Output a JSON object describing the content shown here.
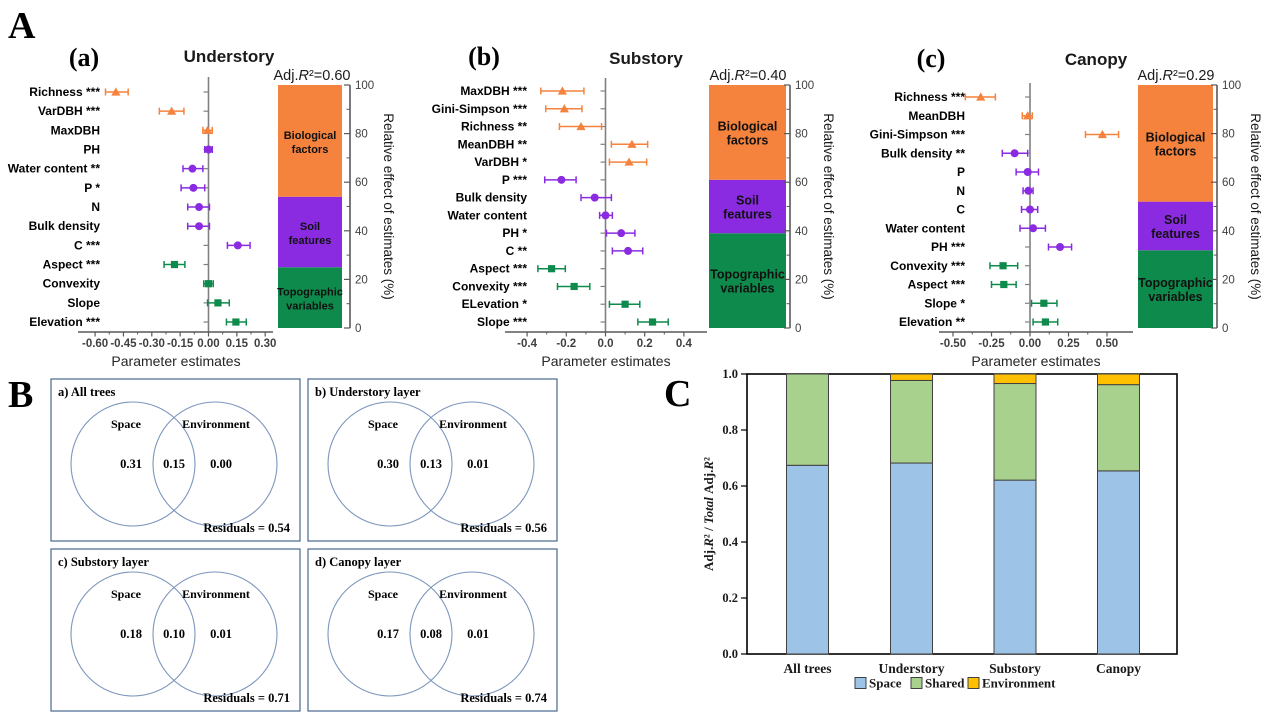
{
  "panels": {
    "a_label": "A",
    "b_label": "B",
    "c_label": "C"
  },
  "chart_data": [
    {
      "id": "forest_understory",
      "type": "forest",
      "panel_sub_label": "(a)",
      "title": "Understory",
      "adj_r2": "0.60",
      "xlabel": "Parameter estimates",
      "xticks": [
        {
          "v": -0.6,
          "t": "-0.60"
        },
        {
          "v": -0.45,
          "t": "-0.45"
        },
        {
          "v": -0.3,
          "t": "-0.30"
        },
        {
          "v": -0.15,
          "t": "-0.15"
        },
        {
          "v": 0.0,
          "t": "0.00"
        },
        {
          "v": 0.15,
          "t": "0.15"
        },
        {
          "v": 0.3,
          "t": "0.30"
        }
      ],
      "rows": [
        {
          "label": "Richness ***",
          "group": "biological",
          "est": -0.49,
          "lo": -0.545,
          "hi": -0.425
        },
        {
          "label": "VarDBH ***",
          "group": "biological",
          "est": -0.195,
          "lo": -0.26,
          "hi": -0.13
        },
        {
          "label": "MaxDBH",
          "group": "biological",
          "est": -0.005,
          "lo": -0.03,
          "hi": 0.02
        },
        {
          "label": "PH",
          "group": "soil",
          "est": 0.0,
          "lo": -0.02,
          "hi": 0.02
        },
        {
          "label": "Water content **",
          "group": "soil",
          "est": -0.085,
          "lo": -0.135,
          "hi": -0.03
        },
        {
          "label": "P *",
          "group": "soil",
          "est": -0.08,
          "lo": -0.145,
          "hi": -0.02
        },
        {
          "label": "N",
          "group": "soil",
          "est": -0.05,
          "lo": -0.11,
          "hi": 0.005
        },
        {
          "label": "Bulk density",
          "group": "soil",
          "est": -0.05,
          "lo": -0.11,
          "hi": 0.005
        },
        {
          "label": "C ***",
          "group": "soil",
          "est": 0.155,
          "lo": 0.1,
          "hi": 0.22
        },
        {
          "label": "Aspect ***",
          "group": "topographic",
          "est": -0.18,
          "lo": -0.235,
          "hi": -0.125
        },
        {
          "label": "Convexity",
          "group": "topographic",
          "est": 0.0,
          "lo": -0.025,
          "hi": 0.025
        },
        {
          "label": "Slope",
          "group": "topographic",
          "est": 0.05,
          "lo": -0.005,
          "hi": 0.11
        },
        {
          "label": "Elevation ***",
          "group": "topographic",
          "est": 0.145,
          "lo": 0.095,
          "hi": 0.2
        }
      ],
      "stack": [
        {
          "name": "Biological factors",
          "pct": 46
        },
        {
          "name": "Soil features",
          "pct": 29
        },
        {
          "name": "Topographic variables",
          "pct": 25
        }
      ],
      "right_axis": {
        "label": "Relative effect of estimates (%)",
        "ticks": [
          0,
          20,
          40,
          60,
          80,
          100
        ]
      }
    },
    {
      "id": "forest_substory",
      "type": "forest",
      "panel_sub_label": "(b)",
      "title": "Substory",
      "adj_r2": "0.40",
      "xlabel": "Parameter estimates",
      "xticks": [
        {
          "v": -0.4,
          "t": "-0.4"
        },
        {
          "v": -0.2,
          "t": "-0.2"
        },
        {
          "v": 0.0,
          "t": "0.0"
        },
        {
          "v": 0.2,
          "t": "0.2"
        },
        {
          "v": 0.4,
          "t": "0.4"
        }
      ],
      "rows": [
        {
          "label": "MaxDBH ***",
          "group": "biological",
          "est": -0.22,
          "lo": -0.33,
          "hi": -0.11
        },
        {
          "label": "Gini-Simpson ***",
          "group": "biological",
          "est": -0.21,
          "lo": -0.305,
          "hi": -0.12
        },
        {
          "label": "Richness **",
          "group": "biological",
          "est": -0.125,
          "lo": -0.235,
          "hi": -0.02
        },
        {
          "label": "MeanDBH **",
          "group": "biological",
          "est": 0.135,
          "lo": 0.03,
          "hi": 0.215
        },
        {
          "label": "VarDBH *",
          "group": "biological",
          "est": 0.12,
          "lo": 0.02,
          "hi": 0.21
        },
        {
          "label": "P ***",
          "group": "soil",
          "est": -0.225,
          "lo": -0.31,
          "hi": -0.15
        },
        {
          "label": "Bulk density",
          "group": "soil",
          "est": -0.055,
          "lo": -0.125,
          "hi": 0.03
        },
        {
          "label": "Water content",
          "group": "soil",
          "est": 0.0,
          "lo": -0.03,
          "hi": 0.035
        },
        {
          "label": "PH *",
          "group": "soil",
          "est": 0.08,
          "lo": 0.005,
          "hi": 0.15
        },
        {
          "label": "C **",
          "group": "soil",
          "est": 0.115,
          "lo": 0.035,
          "hi": 0.19
        },
        {
          "label": "Aspect ***",
          "group": "topographic",
          "est": -0.275,
          "lo": -0.345,
          "hi": -0.205
        },
        {
          "label": "Convexity ***",
          "group": "topographic",
          "est": -0.16,
          "lo": -0.245,
          "hi": -0.08
        },
        {
          "label": "ELevation *",
          "group": "topographic",
          "est": 0.1,
          "lo": 0.02,
          "hi": 0.175
        },
        {
          "label": "Slope ***",
          "group": "topographic",
          "est": 0.24,
          "lo": 0.165,
          "hi": 0.32
        }
      ],
      "stack": [
        {
          "name": "Biological factors",
          "pct": 39
        },
        {
          "name": "Soil features",
          "pct": 22
        },
        {
          "name": "Topographic variables",
          "pct": 39
        }
      ],
      "right_axis": {
        "label": "Relative effect of estimates (%)",
        "ticks": [
          0,
          20,
          40,
          60,
          80,
          100
        ]
      }
    },
    {
      "id": "forest_canopy",
      "type": "forest",
      "panel_sub_label": "(c)",
      "title": "Canopy",
      "adj_r2": "0.29",
      "xlabel": "Parameter estimates",
      "xticks": [
        {
          "v": -0.5,
          "t": "-0.50"
        },
        {
          "v": -0.25,
          "t": "-0.25"
        },
        {
          "v": 0.0,
          "t": "0.00"
        },
        {
          "v": 0.25,
          "t": "0.25"
        },
        {
          "v": 0.5,
          "t": "0.50"
        }
      ],
      "rows": [
        {
          "label": "Richness ***",
          "group": "biological",
          "est": -0.32,
          "lo": -0.42,
          "hi": -0.225
        },
        {
          "label": "MeanDBH",
          "group": "biological",
          "est": -0.015,
          "lo": -0.05,
          "hi": 0.015
        },
        {
          "label": "Gini-Simpson ***",
          "group": "biological",
          "est": 0.47,
          "lo": 0.36,
          "hi": 0.575
        },
        {
          "label": "Bulk density **",
          "group": "soil",
          "est": -0.1,
          "lo": -0.18,
          "hi": -0.015
        },
        {
          "label": "P",
          "group": "soil",
          "est": -0.015,
          "lo": -0.09,
          "hi": 0.055
        },
        {
          "label": "N",
          "group": "soil",
          "est": -0.01,
          "lo": -0.045,
          "hi": 0.02
        },
        {
          "label": "C",
          "group": "soil",
          "est": 0.0,
          "lo": -0.055,
          "hi": 0.05
        },
        {
          "label": "Water content",
          "group": "soil",
          "est": 0.02,
          "lo": -0.065,
          "hi": 0.1
        },
        {
          "label": "PH ***",
          "group": "soil",
          "est": 0.195,
          "lo": 0.12,
          "hi": 0.27
        },
        {
          "label": "Convexity ***",
          "group": "topographic",
          "est": -0.175,
          "lo": -0.26,
          "hi": -0.08
        },
        {
          "label": "Aspect ***",
          "group": "topographic",
          "est": -0.17,
          "lo": -0.25,
          "hi": -0.09
        },
        {
          "label": "Slope *",
          "group": "topographic",
          "est": 0.09,
          "lo": 0.01,
          "hi": 0.175
        },
        {
          "label": "Elevation **",
          "group": "topographic",
          "est": 0.1,
          "lo": 0.02,
          "hi": 0.18
        }
      ],
      "stack": [
        {
          "name": "Biological factors",
          "pct": 48
        },
        {
          "name": "Soil features",
          "pct": 20
        },
        {
          "name": "Topographic variables",
          "pct": 32
        }
      ],
      "right_axis": {
        "label": "Relative effect of estimates (%)",
        "ticks": [
          0,
          20,
          40,
          60,
          80,
          100
        ]
      }
    },
    {
      "id": "venn_all_trees",
      "type": "venn",
      "title": "a) All trees",
      "left_label": "Space",
      "right_label": "Environment",
      "left_value": "0.31",
      "overlap_value": "0.15",
      "right_value": "0.00",
      "residuals": "Residuals = 0.54"
    },
    {
      "id": "venn_understory",
      "type": "venn",
      "title": "b) Understory layer",
      "left_label": "Space",
      "right_label": "Environment",
      "left_value": "0.30",
      "overlap_value": "0.13",
      "right_value": "0.01",
      "residuals": "Residuals = 0.56"
    },
    {
      "id": "venn_substory",
      "type": "venn",
      "title": "c) Substory layer",
      "left_label": "Space",
      "right_label": "Environment",
      "left_value": "0.18",
      "overlap_value": "0.10",
      "right_value": "0.01",
      "residuals": "Residuals = 0.71"
    },
    {
      "id": "venn_canopy",
      "type": "venn",
      "title": "d) Canopy layer",
      "left_label": "Space",
      "right_label": "Environment",
      "left_value": "0.17",
      "overlap_value": "0.08",
      "right_value": "0.01",
      "residuals": "Residuals = 0.74"
    },
    {
      "id": "variance_partition",
      "type": "stacked_bar",
      "categories": [
        "All trees",
        "Understory",
        "Substory",
        "Canopy"
      ],
      "series": [
        {
          "name": "Space",
          "color": "#9DC3E6",
          "values": [
            0.674,
            0.682,
            0.621,
            0.654
          ]
        },
        {
          "name": "Shared",
          "color": "#A9D18E",
          "values": [
            0.326,
            0.295,
            0.345,
            0.308
          ]
        },
        {
          "name": "Environment",
          "color": "#FFC000",
          "values": [
            0.0,
            0.023,
            0.034,
            0.038
          ]
        }
      ],
      "ylabel": "Adj.R² / Total Adj.R²",
      "yticks": [
        "0.0",
        "0.2",
        "0.4",
        "0.6",
        "0.8",
        "1.0"
      ],
      "ylim": [
        0,
        1
      ],
      "legend": [
        "Space",
        "Shared",
        "Environment"
      ]
    }
  ],
  "group_colors": {
    "biological": "#F5823D",
    "soil": "#8A2BE2",
    "topographic": "#0E8B4C"
  }
}
